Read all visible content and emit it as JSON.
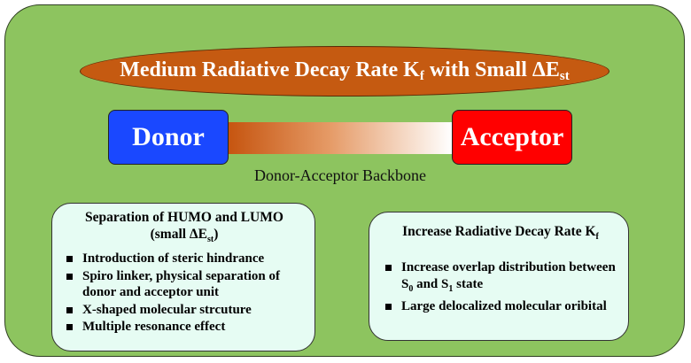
{
  "title": {
    "main": "Medium Radiative Decay Rate K",
    "k_sub": "f",
    "mid": " with Small ΔE",
    "e_sub": "st"
  },
  "donor": "Donor",
  "acceptor": "Acceptor",
  "backbone_label": "Donor-Acceptor Backbone",
  "left_card": {
    "title_line1": "Separation of HUMO and LUMO",
    "title_line2_pre": "(small ΔE",
    "title_line2_sub": "st",
    "title_line2_post": ")",
    "items": [
      "Introduction of steric hindrance",
      "Spiro linker, physical separation of donor and acceptor unit",
      "X-shaped molecular strcuture",
      "Multiple resonance effect"
    ]
  },
  "right_card": {
    "title_pre": "Increase Radiative Decay Rate K",
    "title_sub": "f",
    "item1_pre": "Increase overlap distribution between S",
    "item1_sub1": "0",
    "item1_mid": " and S",
    "item1_sub2": "1",
    "item1_post": " state",
    "item2": "Large delocalized molecular oribital"
  },
  "colors": {
    "panel": "#8dc45f",
    "title_oval": "#c55a11",
    "donor": "#1a48ff",
    "acceptor": "#ff0000",
    "card": "#e6fcf3"
  }
}
